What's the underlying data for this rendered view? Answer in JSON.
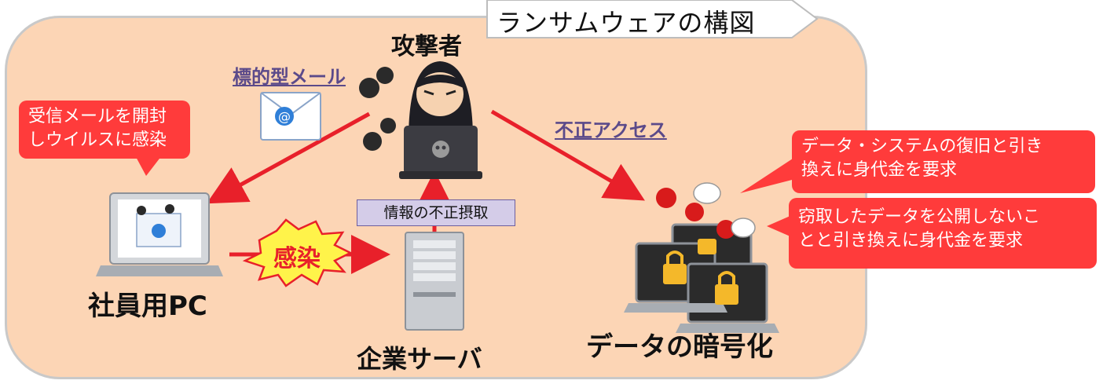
{
  "title": "ランサムウェアの構図",
  "nodes": {
    "attacker": "攻撃者",
    "employee_pc": "社員用PC",
    "server": "企業サーバ",
    "encryption": "データの暗号化"
  },
  "edges": {
    "targeted_mail": "標的型メール",
    "unauthorized_access": "不正アクセス",
    "infection": "感染",
    "data_theft": "情報の不正摂取"
  },
  "notes": {
    "infection_note_line1": "受信メールを開封",
    "infection_note_line2": "しウイルスに感染",
    "ransom1_line1": "データ・システムの復旧と引き",
    "ransom1_line2": "換えに身代金を要求",
    "ransom2_line1": "窃取したデータを公開しないこ",
    "ransom2_line2": "とと引き換えに身代金を要求"
  },
  "colors": {
    "panel": "#fcd5b5",
    "arrow": "#e8202a",
    "note": "#ff3b3b",
    "link": "#5b4a8a",
    "burst": "#fff34a"
  }
}
